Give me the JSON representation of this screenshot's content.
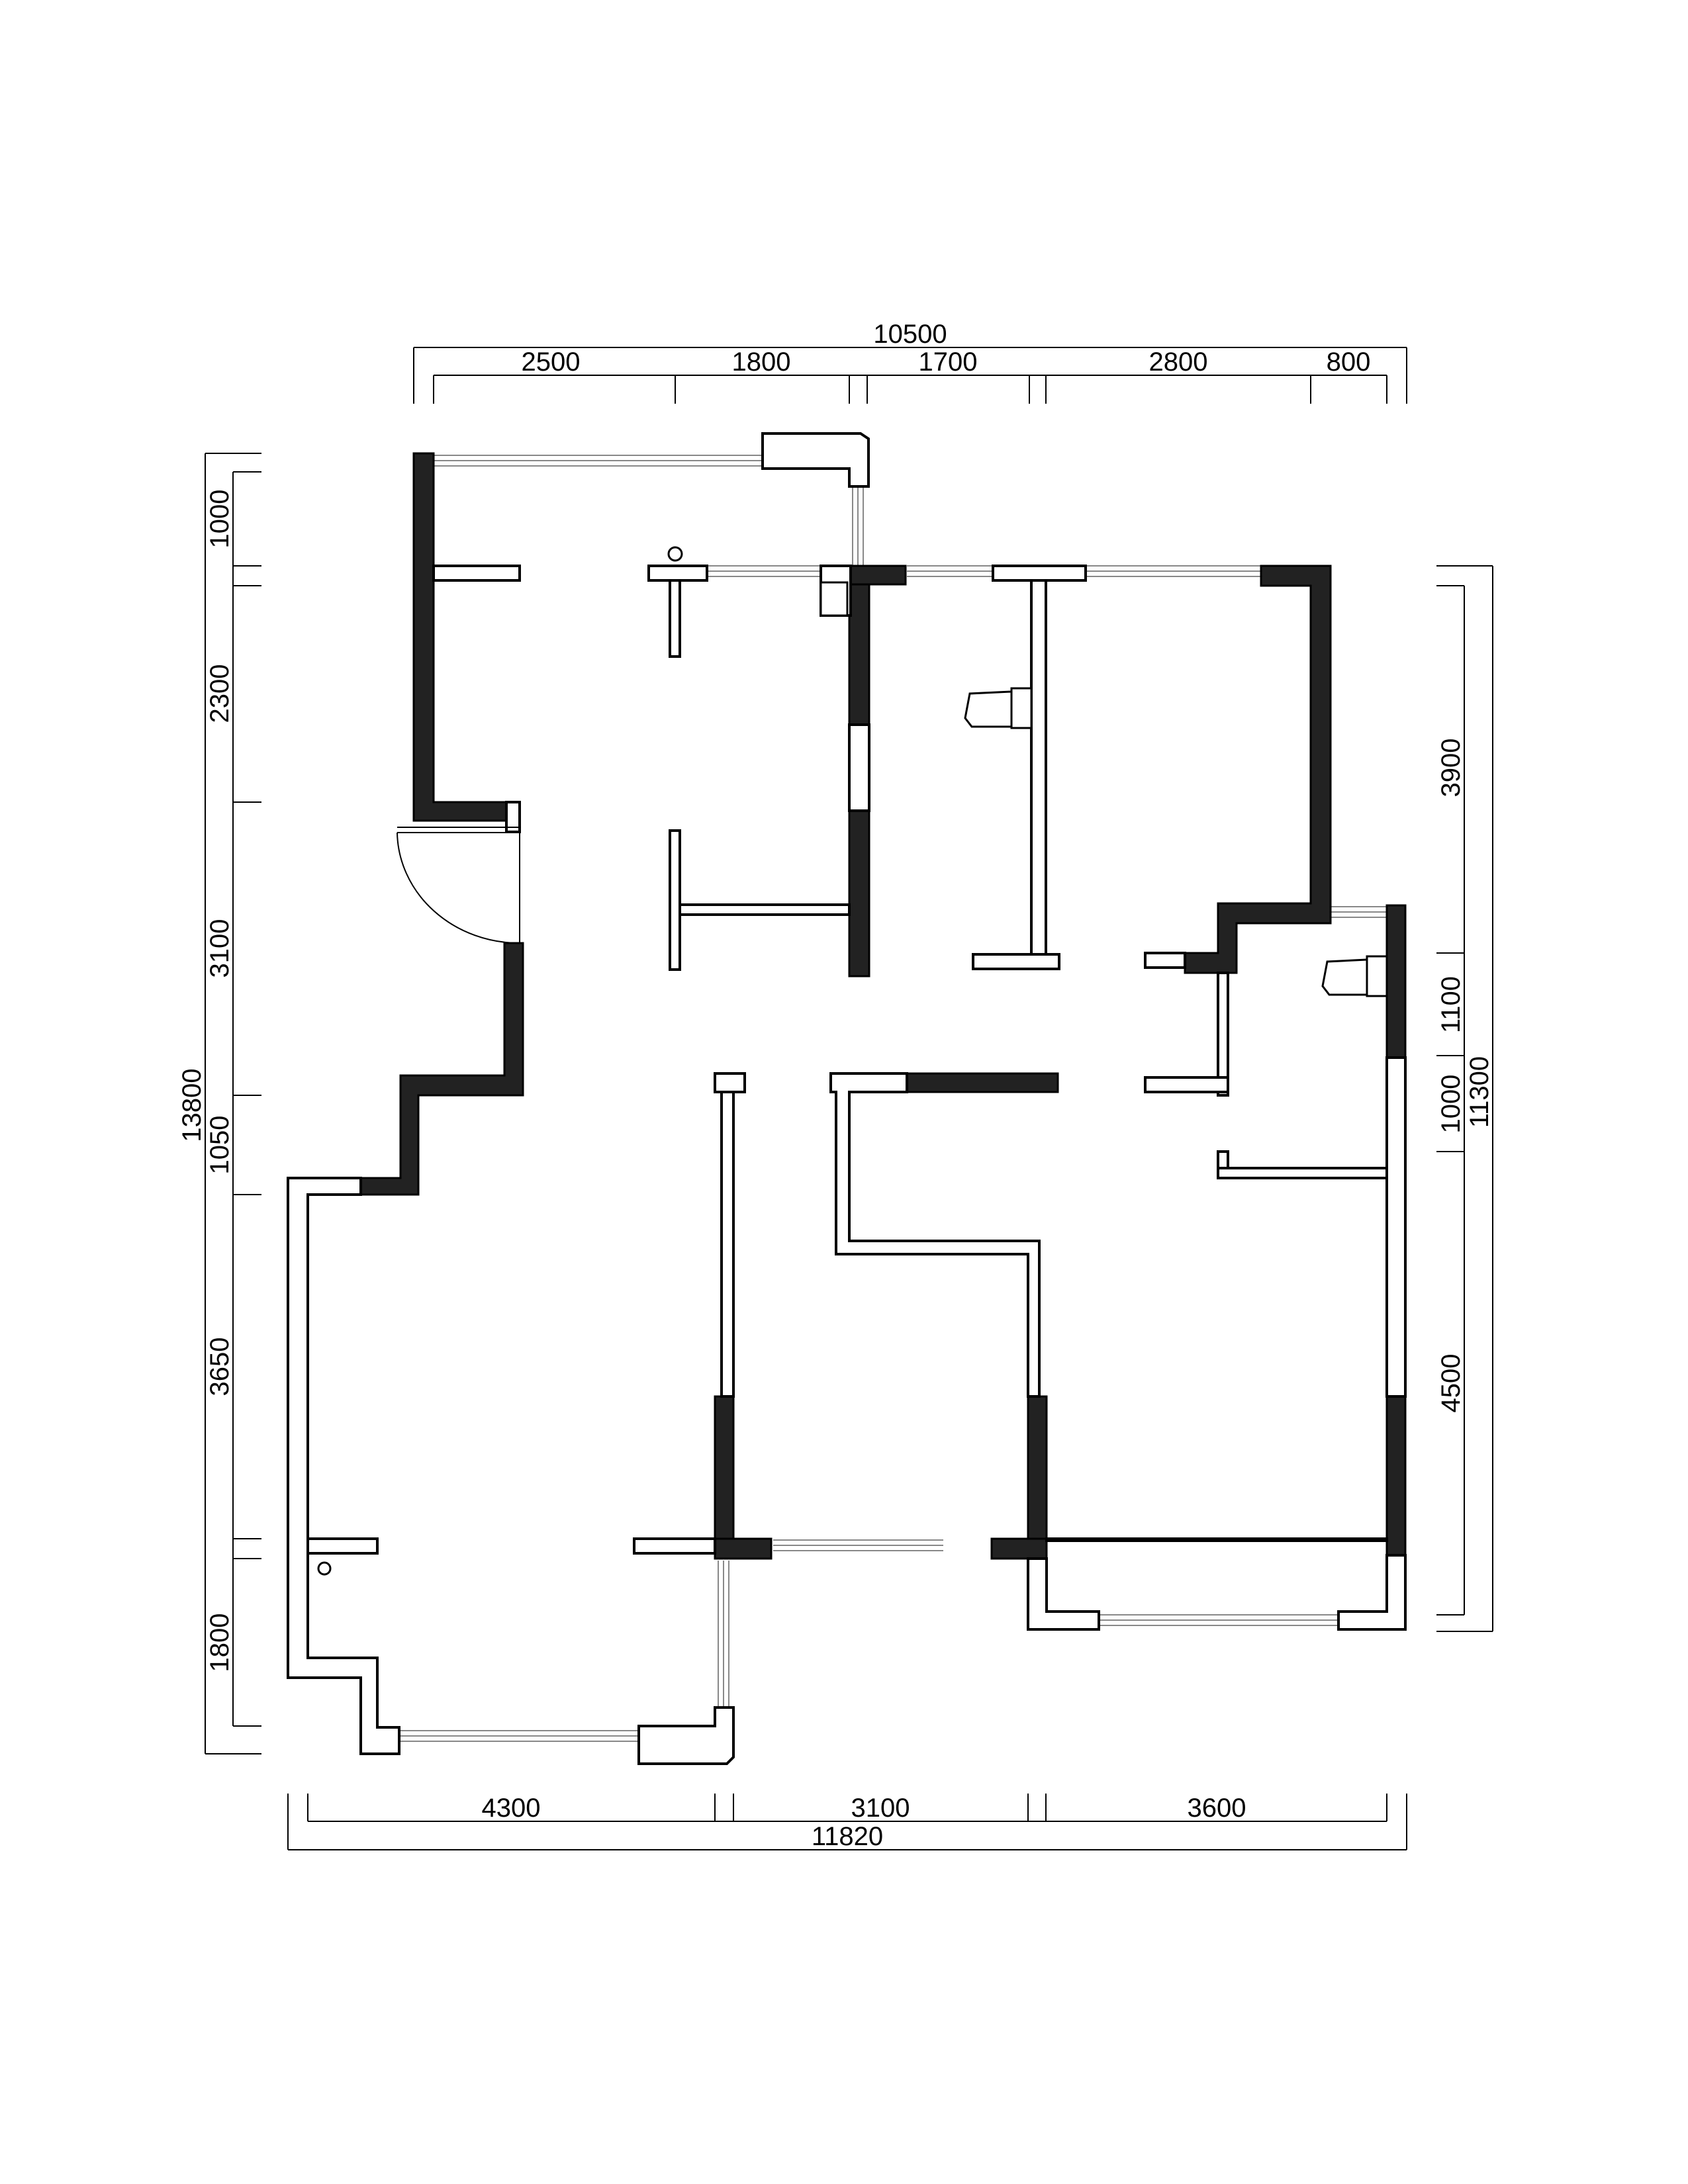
{
  "dimensions": {
    "top_total": "10500",
    "top_segments": [
      "2500",
      "1800",
      "1700",
      "2800",
      "800"
    ],
    "bottom_total": "11820",
    "bottom_segments": [
      "4300",
      "3100",
      "3600"
    ],
    "left_total": "13800",
    "left_segments": [
      "1000",
      "2300",
      "3100",
      "1050",
      "3650",
      "1800"
    ],
    "right_total": "11300",
    "right_segments": [
      "3900",
      "1100",
      "1000",
      "4500"
    ]
  }
}
